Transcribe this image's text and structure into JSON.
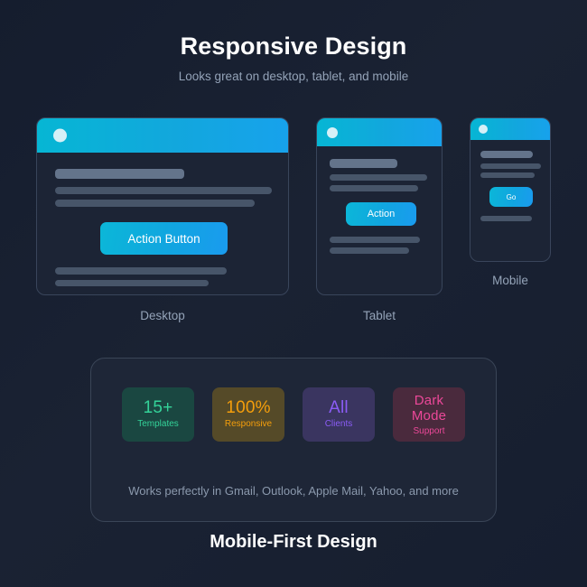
{
  "header": {
    "title": "Responsive Design",
    "subtitle": "Looks great on desktop, tablet, and mobile"
  },
  "devices": [
    {
      "id": "desktop",
      "label": "Desktop",
      "dot": "window-dot",
      "button_label": "Action Button"
    },
    {
      "id": "tablet",
      "label": "Tablet",
      "dot": "window-dot",
      "button_label": "Action"
    },
    {
      "id": "mobile",
      "label": "Mobile",
      "dot": "window-dot",
      "button_label": "Go"
    }
  ],
  "panel": {
    "stats": [
      {
        "value": "15+",
        "label": "Templates",
        "bg": "#1a4741",
        "fg": "#34d399"
      },
      {
        "value": "100%",
        "label": "Responsive",
        "bg": "#554a28",
        "fg": "#f59e0b"
      },
      {
        "value": "All",
        "label": "Clients",
        "bg": "#3a3560",
        "fg": "#8b5cf6"
      },
      {
        "value": "Dark Mode",
        "label": "Support",
        "bg": "#4a2a3d",
        "fg": "#ec4899"
      }
    ],
    "footnote": "Works perfectly in Gmail, Outlook, Apple Mail, Yahoo, and more"
  },
  "footer": {
    "title": "Mobile-First Design"
  },
  "colors": {
    "background_start": "#151d2e",
    "background_end": "#161e2f",
    "accent_cyan": "#06b6d4",
    "accent_blue": "#1a9bef",
    "panel_bg": "#1e2637",
    "panel_border": "#3a4557",
    "device_bg": "#1c2435",
    "device_border": "#39455b",
    "bar_muted": "#475569",
    "bar_strong": "#64748b",
    "text_muted": "#94a3b8"
  }
}
